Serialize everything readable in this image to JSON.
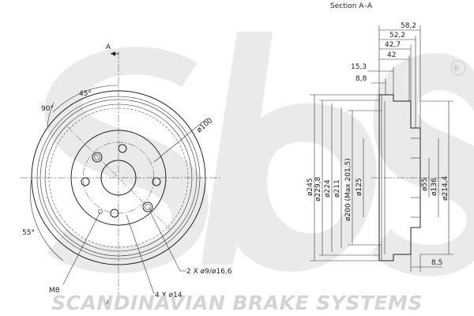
{
  "section_title": "Section A–A",
  "section_marker": "A",
  "brand_footer": "SCANDINAVIAN BRAKE SYSTEMS",
  "brand_logo": "sbs",
  "registered_mark": "®",
  "front_view": {
    "angle_45": "45°",
    "angle_90": "90°",
    "angle_55": "55°",
    "pcd": "ø100",
    "thread": "M8",
    "holes_small": "2 X ø9/ø16,6",
    "holes_large": "4 X ø14"
  },
  "top_dims": [
    "58,2",
    "52,2",
    "42,7",
    "42",
    "15,3",
    "8,8"
  ],
  "left_dims": [
    "ø245",
    "ø229,8",
    "ø224",
    "ø211",
    "ø200 (Max 201,5)",
    "ø125"
  ],
  "right_dims": [
    "ø55",
    "ø136",
    "ø214,4"
  ],
  "bottom_dim": "8,5",
  "colors": {
    "line": "#222222",
    "watermark": "#d9d9d9"
  }
}
